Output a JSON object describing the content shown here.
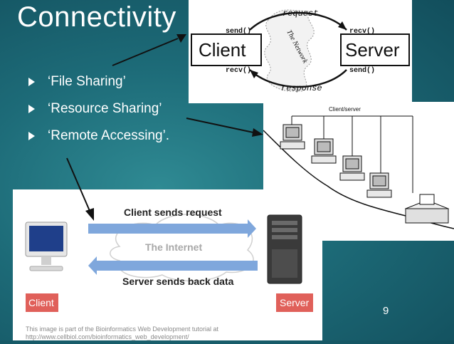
{
  "slide": {
    "title": "Connectivity",
    "bullets": [
      "‘File Sharing’",
      "‘Resource Sharing’",
      "‘Remote Accessing’."
    ],
    "page_number": "9"
  },
  "diagram_network": {
    "client_label": "Client",
    "server_label": "Server",
    "request_label": "request",
    "response_label": "response",
    "network_label": "The Network",
    "client_send": "send()",
    "client_recv": "recv()",
    "server_recv": "recv()",
    "server_send": "send()"
  },
  "diagram_lan": {
    "label": "Client/server"
  },
  "diagram_internet": {
    "request_label": "Client sends request",
    "internet_label": "The Internet",
    "response_label": "Server  sends back data",
    "client_label": "Client",
    "server_label": "Server",
    "caption_line1": "This image is part of the Bioinformatics Web Development tutorial at",
    "caption_line2": "http://www.cellbiol.com/bioinformatics_web_development/"
  },
  "colors": {
    "background": "#1d6b78",
    "arrow_blue": "#7fa7dc",
    "label_red": "#e0605a",
    "callout_arrow": "#111111"
  }
}
